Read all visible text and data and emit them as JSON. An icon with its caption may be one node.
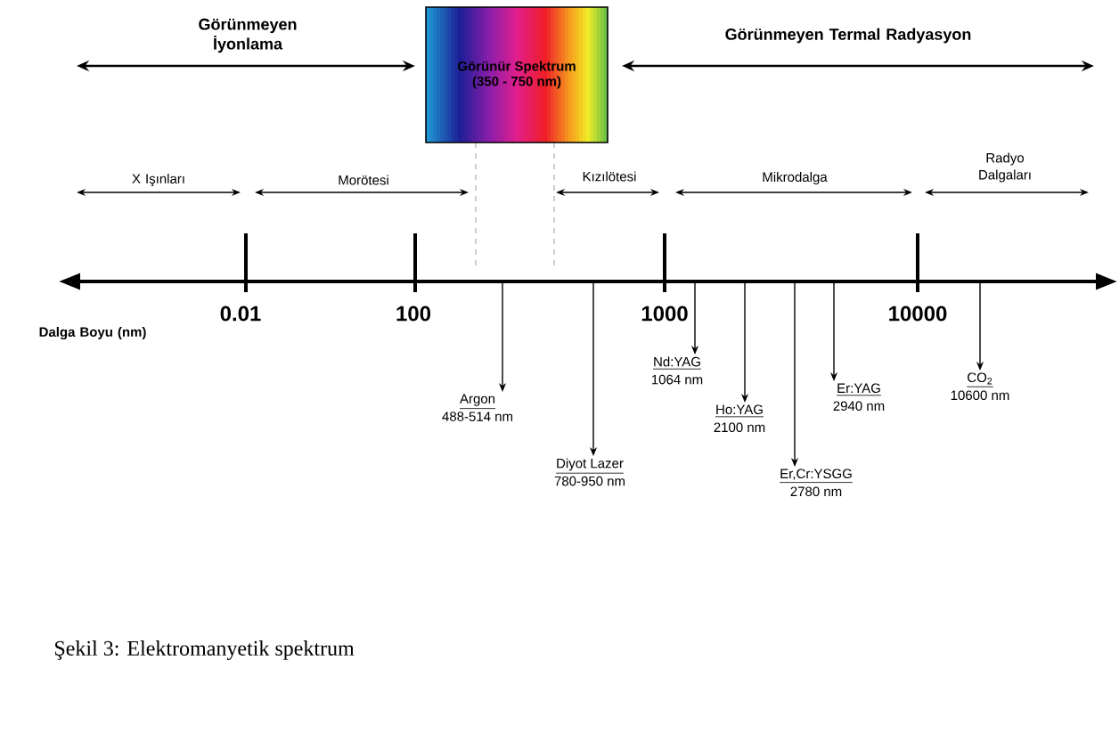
{
  "diagram": {
    "caption": "Şekil 3: Elektromanyetik spektrum",
    "nodes": [
      {
        "text": [
          "Görünür Spektrum",
          "(350 - 750 nm)"
        ]
      },
      {
        "text": [
          "Argon",
          "488-514 nm"
        ]
      },
      {
        "text": [
          "Diyot Lazer",
          "780-950 nm"
        ]
      },
      {
        "text": [
          "Nd:YAG",
          "1064 nm"
        ]
      },
      {
        "text": [
          "Ho:YAG",
          "2100 nm"
        ]
      },
      {
        "text": [
          "Er,Cr:YSGG",
          "2780 nm"
        ]
      },
      {
        "text": [
          "Er:YAG",
          "2940 nm"
        ]
      },
      {
        "text": [
          "CO$_{2}$",
          "10600 nm"
        ]
      }
    ],
    "edges": [
      {
        "from": null,
        "to": 1,
        "arrow": "to"
      },
      {
        "from": null,
        "to": 2,
        "arrow": "to"
      },
      {
        "from": null,
        "to": 3,
        "arrow": "to"
      },
      {
        "from": null,
        "to": 4,
        "arrow": "to"
      },
      {
        "from": null,
        "to": 5,
        "arrow": "to"
      },
      {
        "from": null,
        "to": 6,
        "arrow": "to"
      },
      {
        "from": null,
        "to": 7,
        "arrow": "to"
      }
    ],
    "labels": [
      "Görünmeyen İyonlama",
      "Görünmeyen Termal Radyasyon",
      "X Işınları",
      "Morötesi",
      "Kızılötesi",
      "Mikrodalga",
      "Radyo Dalgaları",
      "0.01",
      "100",
      "1000",
      "10000",
      "Dalga Boyu (nm)"
    ]
  }
}
